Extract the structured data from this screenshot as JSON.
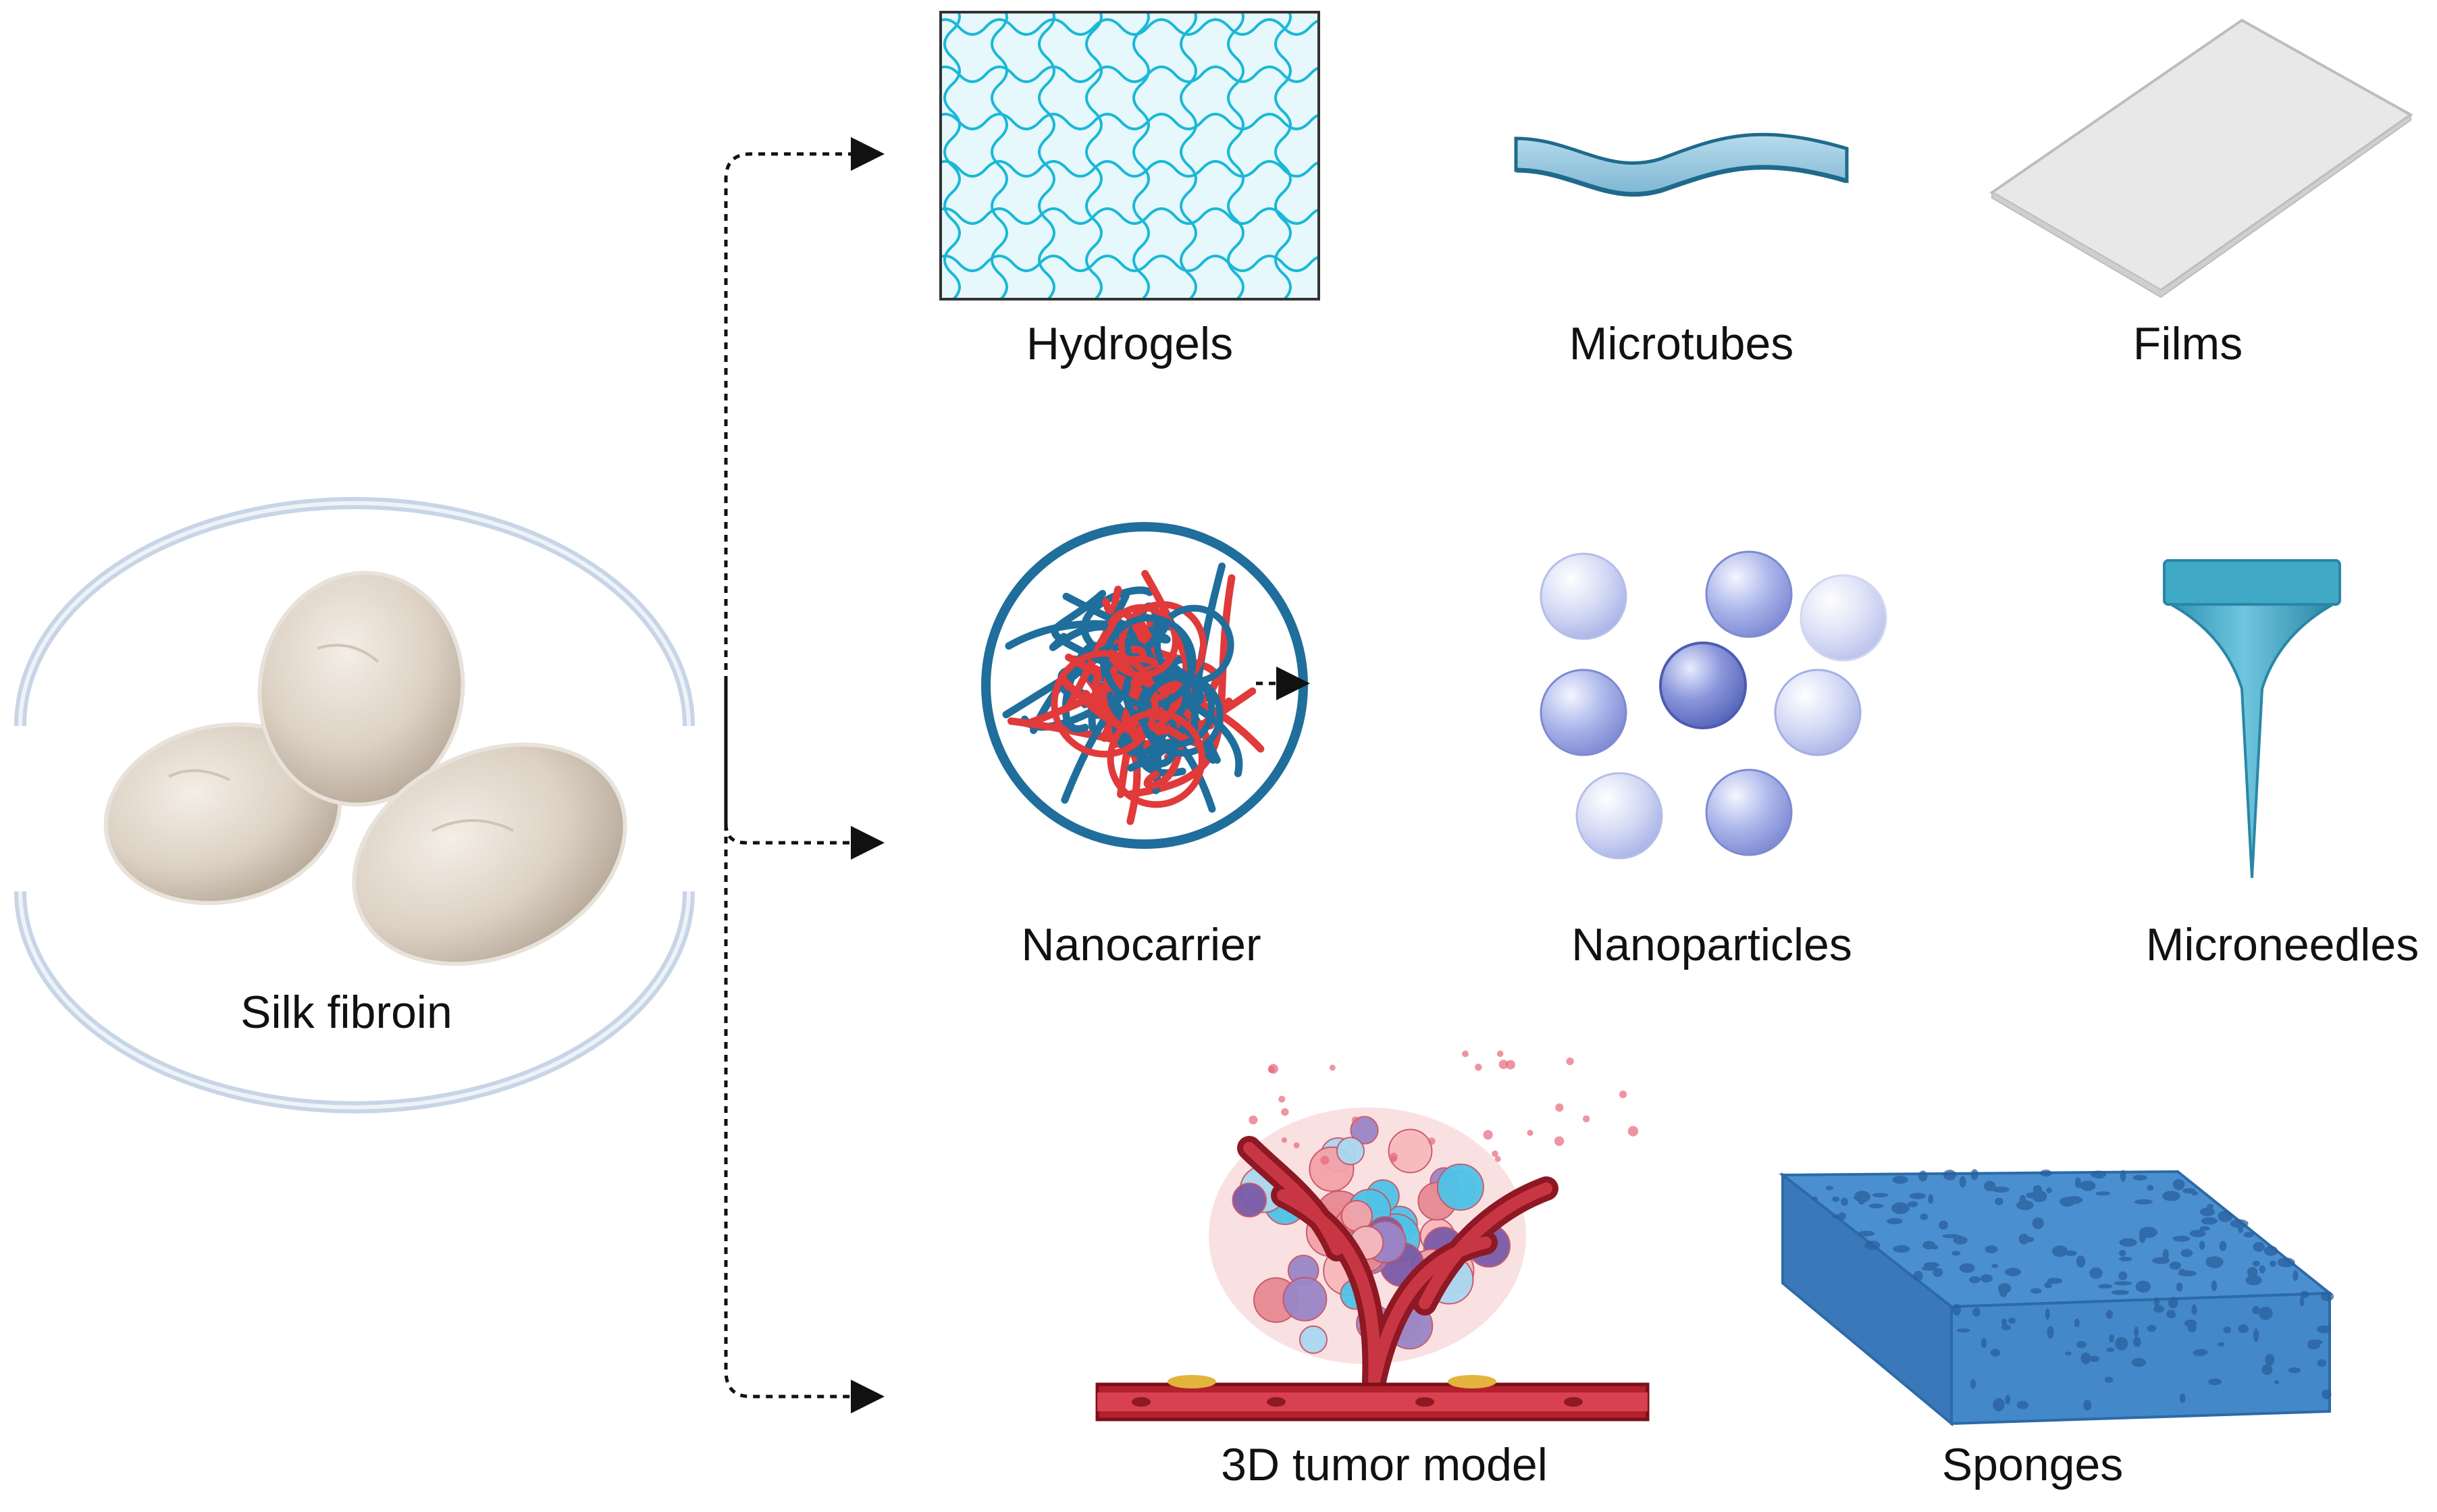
{
  "source": {
    "label": "Silk fibroin",
    "icon": "silk-cocoons-icon"
  },
  "connector": {
    "style": "dotted",
    "arrowheads": 3
  },
  "products": [
    {
      "label": "Hydrogels",
      "icon": "hydrogel-mesh-icon"
    },
    {
      "label": "Microtubes",
      "icon": "microtube-icon"
    },
    {
      "label": "Films",
      "icon": "film-sheet-icon"
    },
    {
      "label": "Nanocarrier",
      "icon": "nanocarrier-tangle-icon"
    },
    {
      "label": "Nanoparticles",
      "icon": "nanoparticles-icon"
    },
    {
      "label": "Microneedles",
      "icon": "microneedle-icon"
    },
    {
      "label": "3D tumor model",
      "icon": "tumor-model-icon"
    },
    {
      "label": "Sponges",
      "icon": "sponge-block-icon"
    }
  ],
  "colors": {
    "hydrogel_line": "#1BB8D6",
    "hydrogel_fill": "#E6F8FC",
    "microtube": "#8FC3DC",
    "film": "#E8E8E8",
    "nano_red": "#E03A3A",
    "nano_blue": "#1F6E9C",
    "particle": "#B9C2EE",
    "needle": "#3FA9C6",
    "tumor_vessel": "#B3202E",
    "sponge": "#4A90D0",
    "cocoon": "#D9CFC3",
    "ring": "#C7D5E6"
  }
}
